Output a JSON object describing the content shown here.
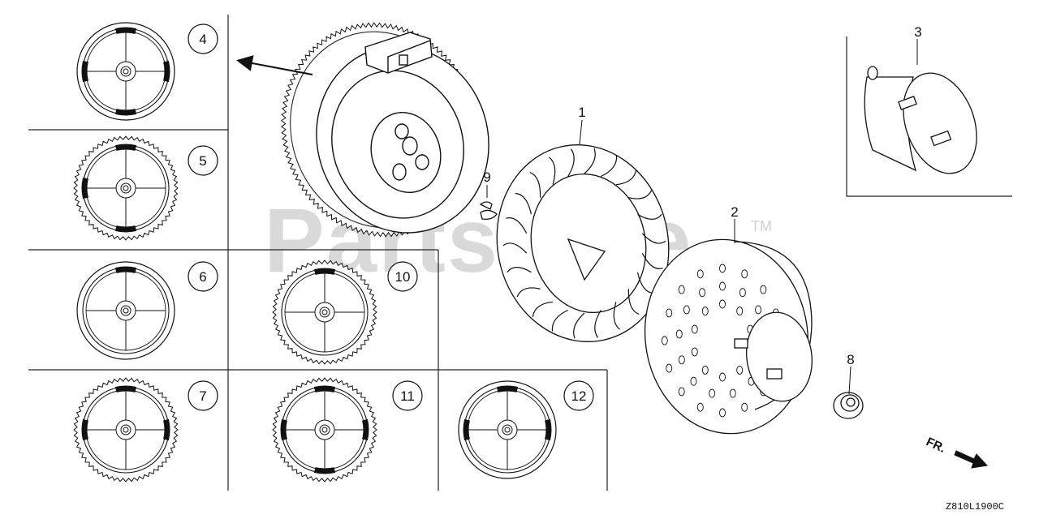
{
  "watermark": {
    "text": "PartsTree",
    "trademark": "TM"
  },
  "drawing_code": "Z810L1900C",
  "direction_label": "FR.",
  "variants": [
    {
      "id": "4",
      "gear": false
    },
    {
      "id": "5",
      "gear": true
    },
    {
      "id": "6",
      "gear": false
    },
    {
      "id": "7",
      "gear": true
    },
    {
      "id": "10",
      "gear": true
    },
    {
      "id": "11",
      "gear": true
    },
    {
      "id": "12",
      "gear": false
    }
  ],
  "parts": [
    "1",
    "2",
    "3",
    "8",
    "9"
  ]
}
